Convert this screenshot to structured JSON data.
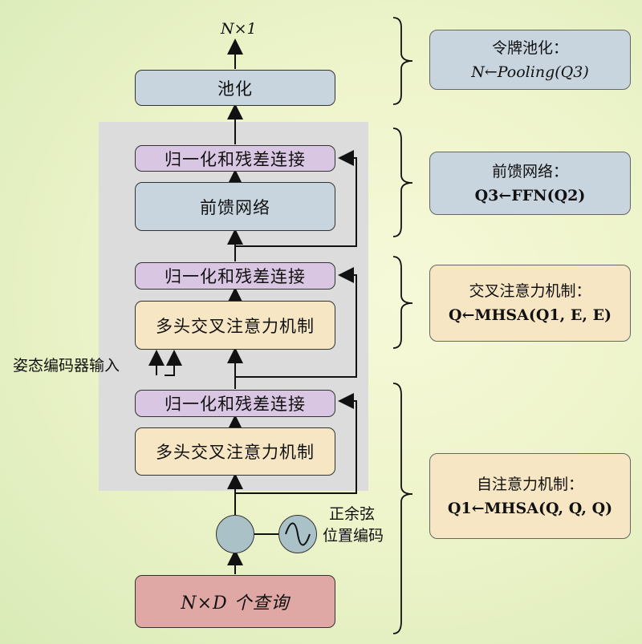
{
  "output_label": "N×1",
  "pooling_block": "池化",
  "ffn_norm": "归一化和残差连接",
  "ffn_block": "前馈网络",
  "cross_norm": "归一化和残差连接",
  "cross_block": "多头交叉注意力机制",
  "self_norm": "归一化和残差连接",
  "self_block": "多头交叉注意力机制",
  "pose_input_label": "姿态编码器输入",
  "positional_encoding_label_1": "正余弦",
  "positional_encoding_label_2": "位置编码",
  "query_block": "N×D 个查询",
  "descriptions": {
    "pooling": {
      "title": "令牌池化：",
      "formula": "N←Pooling(Q3)"
    },
    "ffn": {
      "title": "前馈网络：",
      "formula": "Q3←FFN(Q2)"
    },
    "cross": {
      "title": "交叉注意力机制：",
      "formula": "Q←MHSA(Q1, E, E)"
    },
    "self": {
      "title": "自注意力机制：",
      "formula": "Q1←MHSA(Q, Q, Q)"
    }
  },
  "colors": {
    "pool": "#c9d5de",
    "norm": "#d9c6e2",
    "attention": "#f7e6c3",
    "query": "#e0a8a4",
    "panel": "#dcdcdd"
  },
  "icons": [
    "add-circle-icon",
    "sine-wave-icon"
  ]
}
